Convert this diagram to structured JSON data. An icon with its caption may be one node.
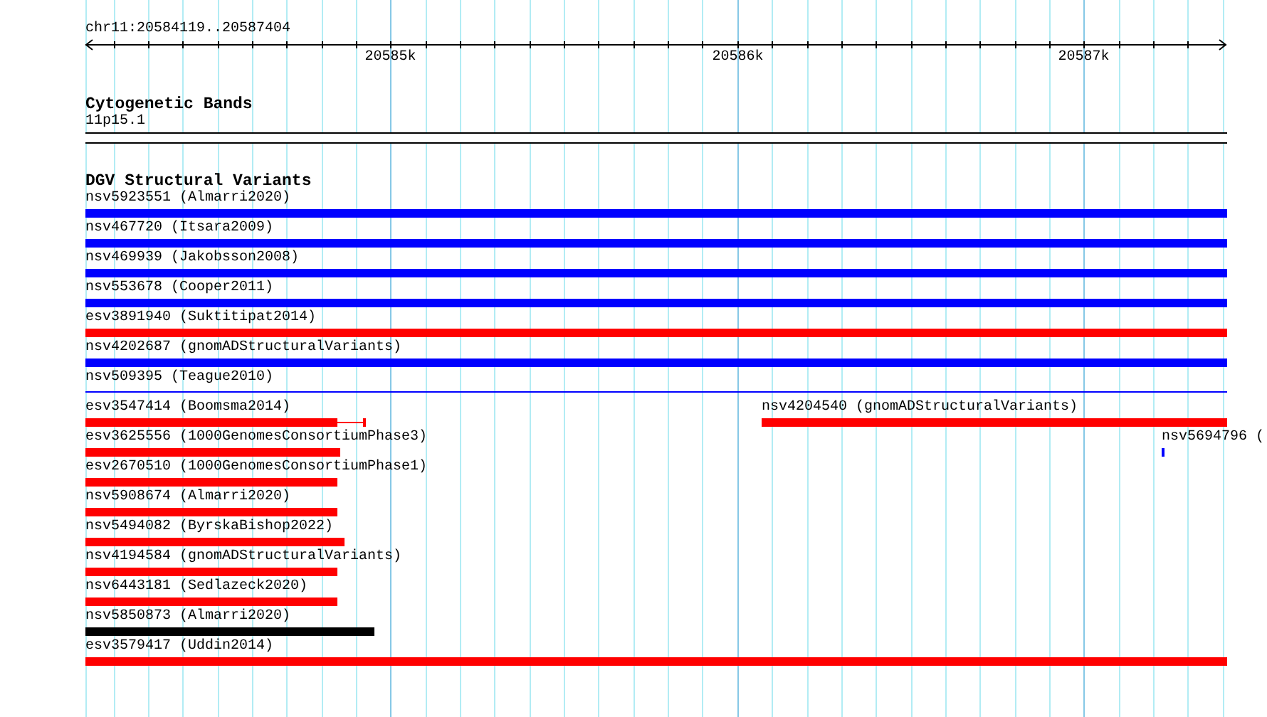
{
  "diagram": {
    "nodes": [
      {
        "text": [
          "11p15.1"
        ]
      },
      {
        "text": [
          "nsv5923551 (Almarri2020)"
        ]
      },
      {
        "text": [
          "nsv467720 (Itsara2009)"
        ]
      },
      {
        "text": [
          "nsv469939 (Jakobsson2008)"
        ]
      },
      {
        "text": [
          "nsv553678 (Cooper2011)"
        ]
      },
      {
        "text": [
          "esv3891940 (Suktitipat2014)"
        ]
      },
      {
        "text": [
          "nsv4202687 (gnomADStructuralVariants)"
        ]
      },
      {
        "text": [
          "nsv509395 (Teague2010)"
        ]
      },
      {
        "text": [
          "esv3547414 (Boomsma2014)"
        ]
      },
      {
        "text": [
          "nsv4204540 (gnomADStructuralVariants)"
        ]
      },
      {
        "text": [
          "esv3625556 (1000GenomesConsortiumPhase3)"
        ]
      },
      {
        "text": [
          "nsv5694796 ("
        ]
      },
      {
        "text": [
          "esv2670510 (1000GenomesConsortiumPhase1)"
        ]
      },
      {
        "text": [
          "nsv5908674 (Almarri2020)"
        ]
      },
      {
        "text": [
          "nsv5494082 (ByrskaBishop2022)"
        ]
      },
      {
        "text": [
          "nsv4194584 (gnomADStructuralVariants)"
        ]
      },
      {
        "text": [
          "nsv6443181 (Sedlazeck2020)"
        ]
      },
      {
        "text": [
          "nsv5850873 (Almarri2020)"
        ]
      },
      {
        "text": [
          "esv3579417 (Uddin2014)"
        ]
      }
    ],
    "labels": [
      "chr11:20584119..20587404",
      "20585k",
      "20586k",
      "20587k",
      "Cytogenetic Bands",
      "DGV Structural Variants"
    ]
  }
}
